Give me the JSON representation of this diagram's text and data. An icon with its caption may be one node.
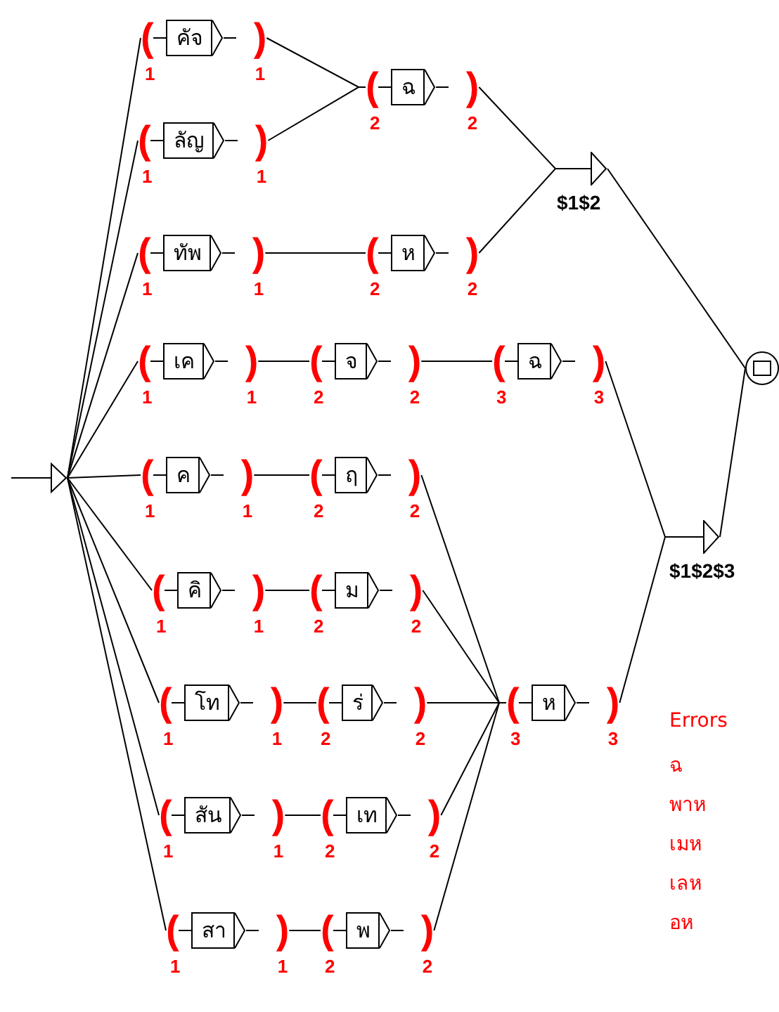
{
  "diagram": {
    "nodes": [
      {
        "text": [],
        "shape": "triangle"
      },
      {
        "text": [
          "คัจ"
        ],
        "beside": [
          "(",
          ")",
          "1",
          "1"
        ]
      },
      {
        "text": [
          "ลัญ"
        ],
        "beside": [
          "(",
          ")",
          "1",
          "1"
        ]
      },
      {
        "text": [
          "ฉ"
        ],
        "beside": [
          "(",
          ")",
          "2",
          "2"
        ]
      },
      {
        "text": [
          "ทัพ"
        ],
        "beside": [
          "(",
          ")",
          "1",
          "1"
        ]
      },
      {
        "text": [
          "ห"
        ],
        "beside": [
          "(",
          ")",
          "2",
          "2"
        ]
      },
      {
        "text": [],
        "shape": "triangle",
        "beside": [
          "$1$2"
        ]
      },
      {
        "text": [
          "เค"
        ],
        "beside": [
          "(",
          ")",
          "1",
          "1"
        ]
      },
      {
        "text": [
          "จ"
        ],
        "beside": [
          "(",
          ")",
          "2",
          "2"
        ]
      },
      {
        "text": [
          "ฉ"
        ],
        "beside": [
          "(",
          ")",
          "3",
          "3"
        ]
      },
      {
        "text": [],
        "shape": "circle"
      },
      {
        "text": [
          "ค"
        ],
        "beside": [
          "(",
          ")",
          "1",
          "1"
        ]
      },
      {
        "text": [
          "ฤ"
        ],
        "beside": [
          "(",
          ")",
          "2",
          "2"
        ]
      },
      {
        "text": [],
        "shape": "triangle",
        "beside": [
          "$1$2$3"
        ]
      },
      {
        "text": [
          "คิ"
        ],
        "beside": [
          "(",
          ")",
          "1",
          "1"
        ]
      },
      {
        "text": [
          "ม"
        ],
        "beside": [
          "(",
          ")",
          "2",
          "2"
        ]
      },
      {
        "text": [
          "โท"
        ],
        "beside": [
          "(",
          ")",
          "1",
          "1"
        ]
      },
      {
        "text": [
          "ร่"
        ],
        "beside": [
          "(",
          ")",
          "2",
          "2"
        ]
      },
      {
        "text": [
          "ห"
        ],
        "beside": [
          "(",
          ")",
          "3",
          "3"
        ]
      },
      {
        "text": [
          "สัน"
        ],
        "beside": [
          "(",
          ")",
          "1",
          "1"
        ]
      },
      {
        "text": [
          "เท"
        ],
        "beside": [
          "(",
          ")",
          "2",
          "2"
        ]
      },
      {
        "text": [
          "สา"
        ],
        "beside": [
          "(",
          ")",
          "1",
          "1"
        ]
      },
      {
        "text": [
          "พ"
        ],
        "beside": [
          "(",
          ")",
          "2",
          "2"
        ]
      }
    ],
    "edges": [
      {
        "from": 0,
        "to": 1,
        "arrow": "none"
      },
      {
        "from": 0,
        "to": 2,
        "arrow": "none"
      },
      {
        "from": 0,
        "to": 4,
        "arrow": "none"
      },
      {
        "from": 0,
        "to": 7,
        "arrow": "none"
      },
      {
        "from": 0,
        "to": 11,
        "arrow": "none"
      },
      {
        "from": 0,
        "to": 14,
        "arrow": "none"
      },
      {
        "from": 0,
        "to": 16,
        "arrow": "none"
      },
      {
        "from": 0,
        "to": 19,
        "arrow": "none"
      },
      {
        "from": 0,
        "to": 21,
        "arrow": "none"
      },
      {
        "from": 1,
        "to": 3,
        "arrow": "none"
      },
      {
        "from": 2,
        "to": 3,
        "arrow": "none"
      },
      {
        "from": 4,
        "to": 5,
        "arrow": "none"
      },
      {
        "from": 3,
        "to": 6,
        "arrow": "none"
      },
      {
        "from": 5,
        "to": 6,
        "arrow": "none"
      },
      {
        "from": 6,
        "to": 10,
        "arrow": "none"
      },
      {
        "from": 7,
        "to": 8,
        "arrow": "none"
      },
      {
        "from": 8,
        "to": 9,
        "arrow": "none"
      },
      {
        "from": 9,
        "to": 13,
        "arrow": "none"
      },
      {
        "from": 11,
        "to": 12,
        "arrow": "none"
      },
      {
        "from": 14,
        "to": 15,
        "arrow": "none"
      },
      {
        "from": 16,
        "to": 17,
        "arrow": "none"
      },
      {
        "from": 19,
        "to": 20,
        "arrow": "none"
      },
      {
        "from": 21,
        "to": 22,
        "arrow": "none"
      },
      {
        "from": 12,
        "to": 18,
        "arrow": "none"
      },
      {
        "from": 15,
        "to": 18,
        "arrow": "none"
      },
      {
        "from": 17,
        "to": 18,
        "arrow": "none"
      },
      {
        "from": 20,
        "to": 18,
        "arrow": "none"
      },
      {
        "from": 22,
        "to": 18,
        "arrow": "none"
      },
      {
        "from": 18,
        "to": 13,
        "arrow": "none"
      },
      {
        "from": 13,
        "to": 10,
        "arrow": "none"
      }
    ],
    "labels": [
      "Errors",
      "ฉ",
      "พาห",
      "เมห",
      "เลห",
      "อห"
    ]
  }
}
